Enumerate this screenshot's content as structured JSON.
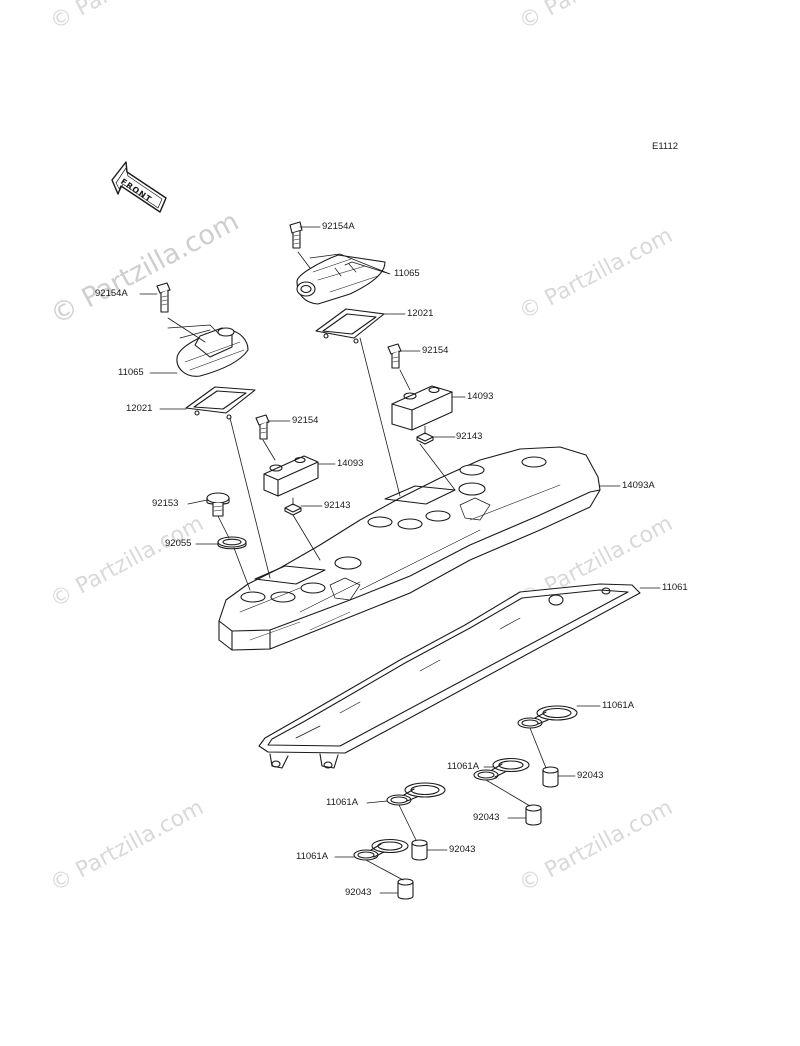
{
  "diagram": {
    "code": "E1112",
    "front_label": "FRONT",
    "watermark": "© Partzilla.com"
  },
  "callouts": [
    {
      "id": "92154A-right",
      "text": "92154A"
    },
    {
      "id": "11065-right",
      "text": "11065"
    },
    {
      "id": "92154A-left",
      "text": "92154A"
    },
    {
      "id": "12021-right",
      "text": "12021"
    },
    {
      "id": "92154-right",
      "text": "92154"
    },
    {
      "id": "11065-left",
      "text": "11065"
    },
    {
      "id": "14093-right",
      "text": "14093"
    },
    {
      "id": "12021-left",
      "text": "12021"
    },
    {
      "id": "92154-left",
      "text": "92154"
    },
    {
      "id": "92143-right",
      "text": "92143"
    },
    {
      "id": "14093-left",
      "text": "14093"
    },
    {
      "id": "14093A",
      "text": "14093A"
    },
    {
      "id": "92153",
      "text": "92153"
    },
    {
      "id": "92143-left",
      "text": "92143"
    },
    {
      "id": "92055",
      "text": "92055"
    },
    {
      "id": "11061",
      "text": "11061"
    },
    {
      "id": "11061A-1",
      "text": "11061A"
    },
    {
      "id": "11061A-2",
      "text": "11061A"
    },
    {
      "id": "92043-1",
      "text": "92043"
    },
    {
      "id": "11061A-3",
      "text": "11061A"
    },
    {
      "id": "92043-2",
      "text": "92043"
    },
    {
      "id": "11061A-4",
      "text": "11061A"
    },
    {
      "id": "92043-3",
      "text": "92043"
    },
    {
      "id": "92043-4",
      "text": "92043"
    }
  ],
  "colors": {
    "line": "#1a1a1a",
    "part_fill": "#ffffff",
    "watermark": "#d9d9d9"
  }
}
